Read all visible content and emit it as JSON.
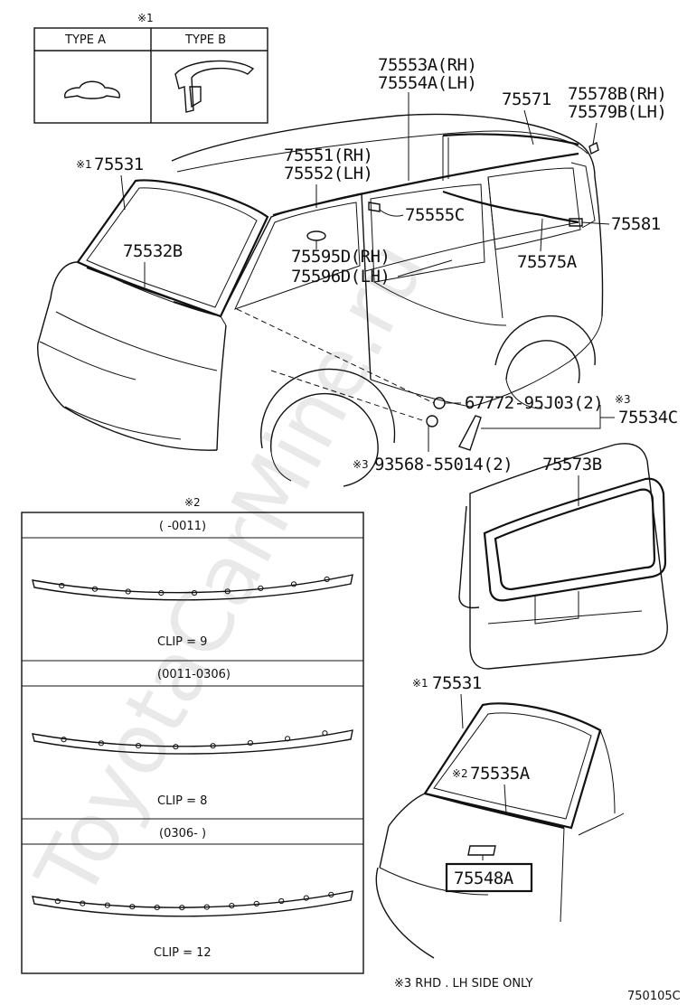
{
  "type_box": {
    "mark": "※1",
    "type_a": "TYPE A",
    "type_b": "TYPE B"
  },
  "labels": {
    "p75553": "75553A(RH)",
    "p75554": "75554A(LH)",
    "p75571": "75571",
    "p75578": "75578B(RH)",
    "p75579": "75579B(LH)",
    "p75531_mark": "※1",
    "p75531": "75531",
    "p75551": "75551(RH)",
    "p75552": "75552(LH)",
    "p75555": "75555C",
    "p75581": "75581",
    "p75532": "75532B",
    "p75595": "75595D(RH)",
    "p75596": "75596D(LH)",
    "p75575": "75575A",
    "p67772": "67772-95J03(2)",
    "p75534_mark": "※3",
    "p75534": "75534C",
    "p93568_mark": "※3",
    "p93568": "93568-55014(2)",
    "p75573": "75573B",
    "p75531b_mark": "※1",
    "p75531b": "75531",
    "p75535_mark": "※2",
    "p75535": "75535A",
    "p75548": "75548A"
  },
  "clip_box": {
    "mark": "※2",
    "sections": [
      {
        "range": "(      -0011)",
        "clip": "CLIP = 9"
      },
      {
        "range": "(0011-0306)",
        "clip": "CLIP = 8"
      },
      {
        "range": "(0306-      )",
        "clip": "CLIP = 12"
      }
    ]
  },
  "footnote": "※3 RHD . LH SIDE ONLY",
  "diagram_code": "750105C",
  "watermark": "ToyotaCarMine.ru"
}
